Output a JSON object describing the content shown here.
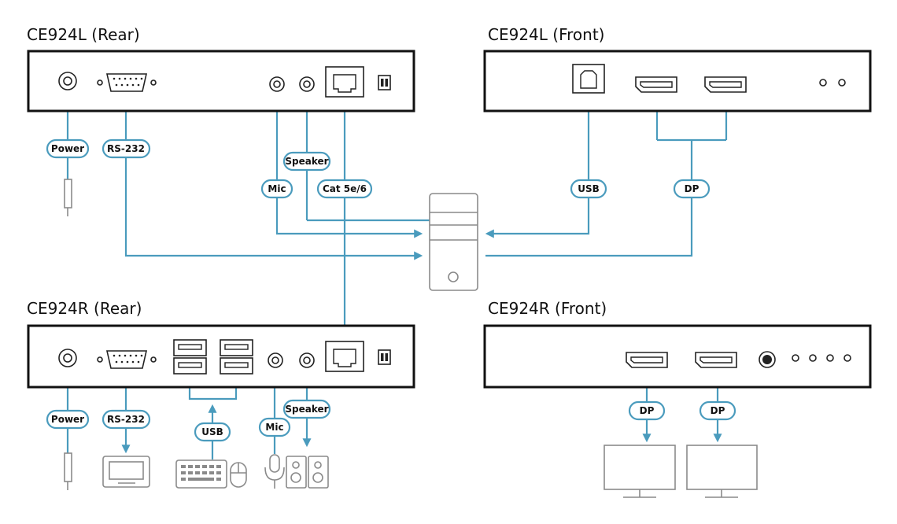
{
  "titles": {
    "l_rear": "CE924L (Rear)",
    "l_front": "CE924L (Front)",
    "r_rear": "CE924R (Rear)",
    "r_front": "CE924R (Front)"
  },
  "labels": {
    "power": "Power",
    "rs232": "RS-232",
    "mic": "Mic",
    "speaker": "Speaker",
    "cat": "Cat 5e/6",
    "usb": "USB",
    "dp": "DP"
  },
  "colors": {
    "cable": "#4a9bbd",
    "device_outline": "#8a8a8a",
    "unit_outline": "#111111"
  },
  "icons": [
    "power-jack",
    "serial-port",
    "audio-jack",
    "rj45-port",
    "dip-switch",
    "usb-b-port",
    "usb-a-port",
    "displayport",
    "led",
    "computer",
    "power-plug",
    "serial-terminal",
    "keyboard",
    "mouse",
    "microphone",
    "speakers",
    "monitor"
  ]
}
